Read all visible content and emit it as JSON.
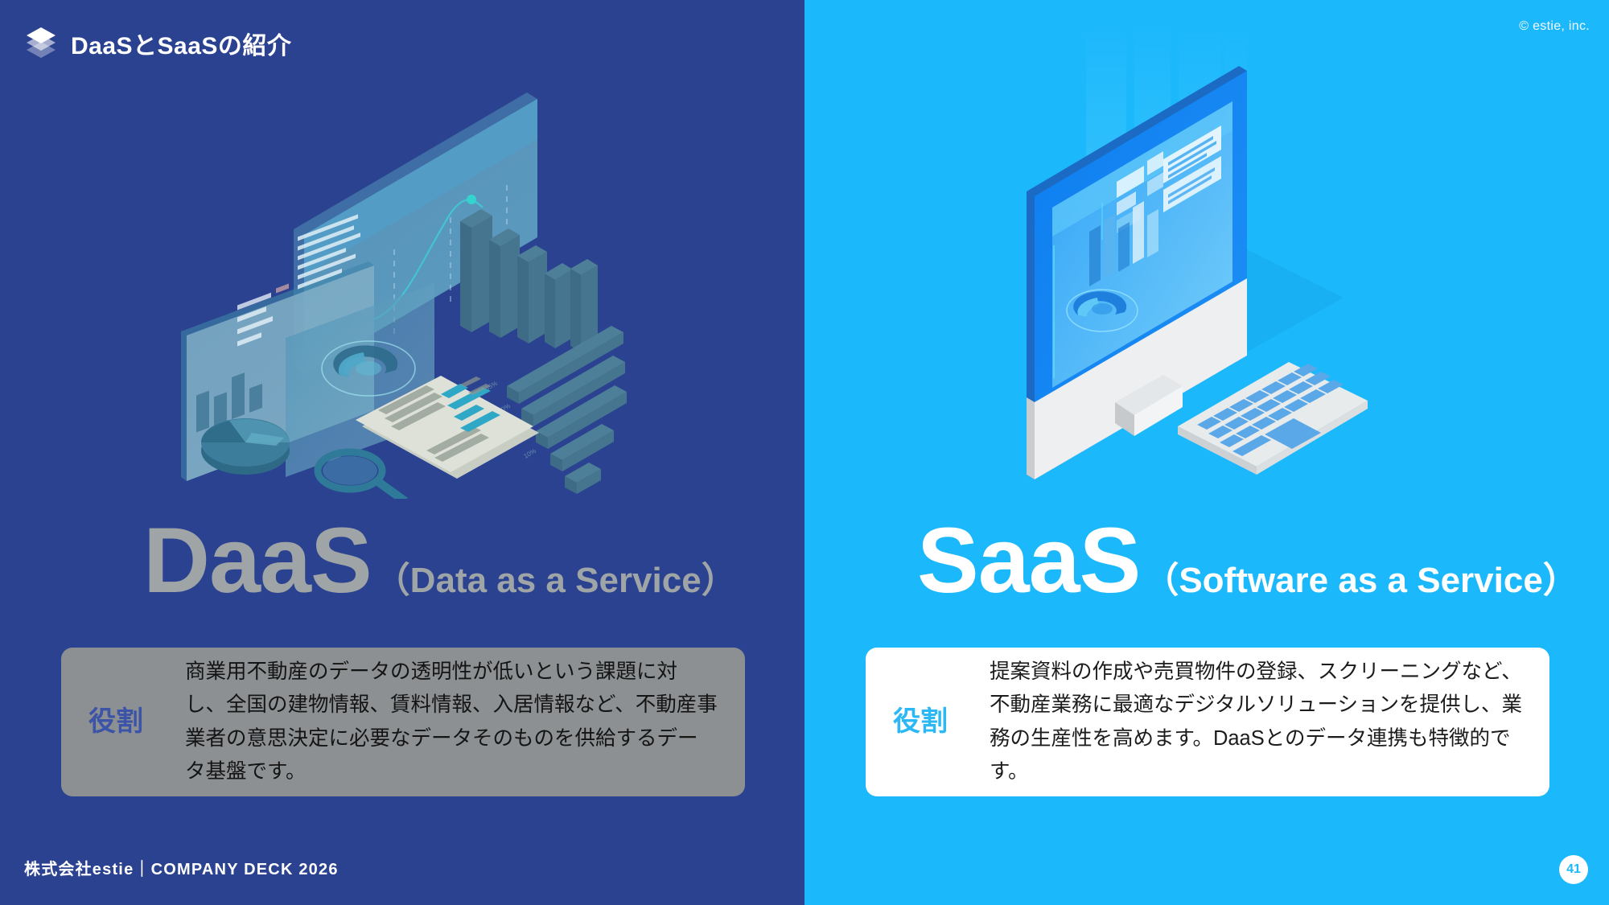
{
  "slide": {
    "page_number": "41",
    "footer": "株式会社estie｜COMPANY DECK 2026",
    "copyright": "© estie, inc.",
    "colors": {
      "left_bg": "#2B4290",
      "right_bg": "#1CB8FC",
      "left_box_bg": "#8C9092",
      "right_box_bg": "#FFFFFF",
      "left_role_accent": "#3C54A8",
      "right_role_accent": "#2BB8F5",
      "left_title": "#9FA4A6",
      "right_title": "#FFFFFF"
    }
  },
  "header": {
    "title": "DaaSとSaaSの紹介",
    "icon": "layers-icon"
  },
  "left_panel": {
    "title_main": "DaaS",
    "title_sub": "（Data as a Service）",
    "role_label": "役割",
    "role_text": "商業用不動産のデータの透明性が低いという課題に対し、全国の建物情報、賃料情報、入居情報など、不動産事業者の意思決定に必要なデータそのものを供給するデータ基盤です。",
    "illustration": "isometric-data-dashboard-illustration"
  },
  "right_panel": {
    "title_main": "SaaS",
    "title_sub": "（Software as a Service）",
    "role_label": "役割",
    "role_text": "提案資料の作成や売買物件の登録、スクリーニングなど、不動産業務に最適なデジタルソリューションを提供し、業務の生産性を高めます。DaaSとのデータ連携も特徴的です。",
    "illustration": "isometric-desktop-computer-illustration"
  }
}
